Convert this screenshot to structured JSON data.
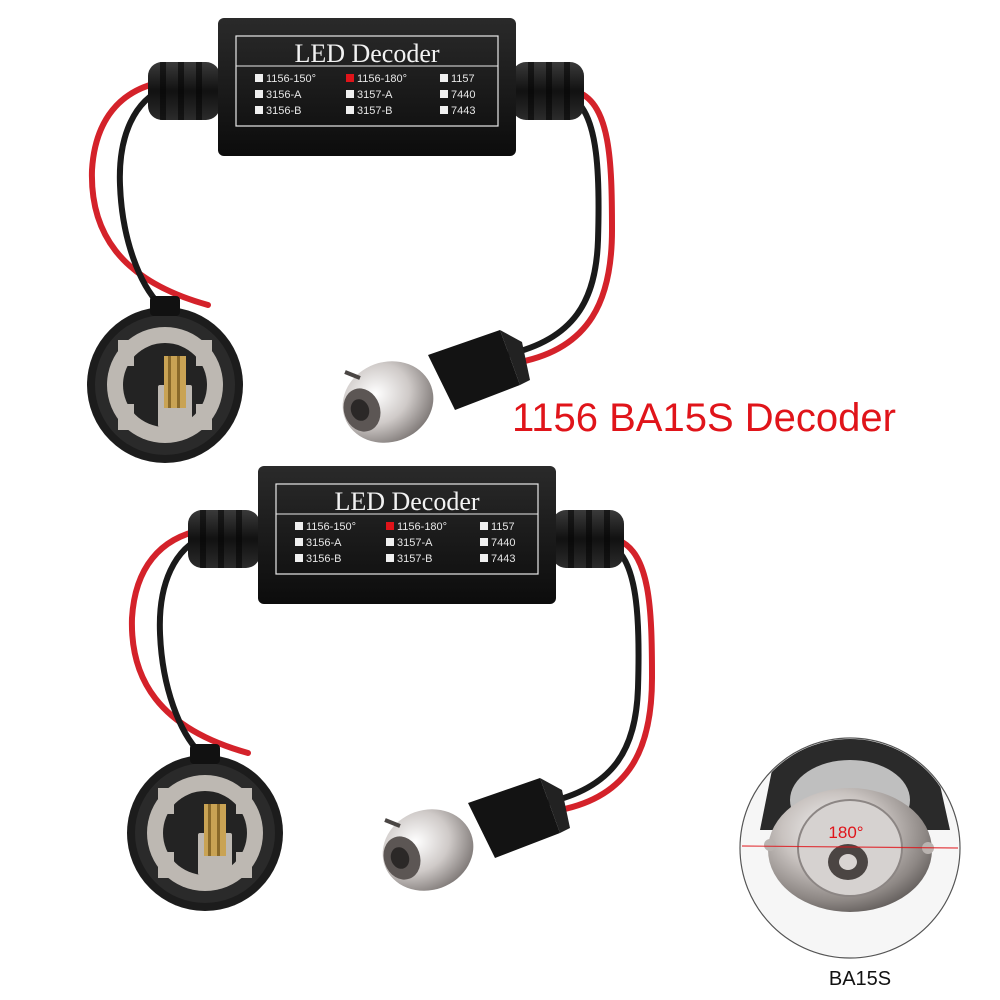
{
  "headline": "1156 BA15S Decoder",
  "decoder": {
    "title": "LED Decoder",
    "options": [
      {
        "label": "1156-150°",
        "selected": false
      },
      {
        "label": "1156-180°",
        "selected": true
      },
      {
        "label": "1157",
        "selected": false
      },
      {
        "label": "3156-A",
        "selected": false
      },
      {
        "label": "3157-A",
        "selected": false
      },
      {
        "label": "7440",
        "selected": false
      },
      {
        "label": "3156-B",
        "selected": false
      },
      {
        "label": "3157-B",
        "selected": false
      },
      {
        "label": "7443",
        "selected": false
      }
    ]
  },
  "inset": {
    "angle_label": "180°",
    "caption": "BA15S"
  },
  "colors": {
    "headline": "#e0141a",
    "wire_red": "#d4222a",
    "wire_black": "#1a1a1a",
    "box": "#151515",
    "selected_marker": "#e0141a"
  }
}
